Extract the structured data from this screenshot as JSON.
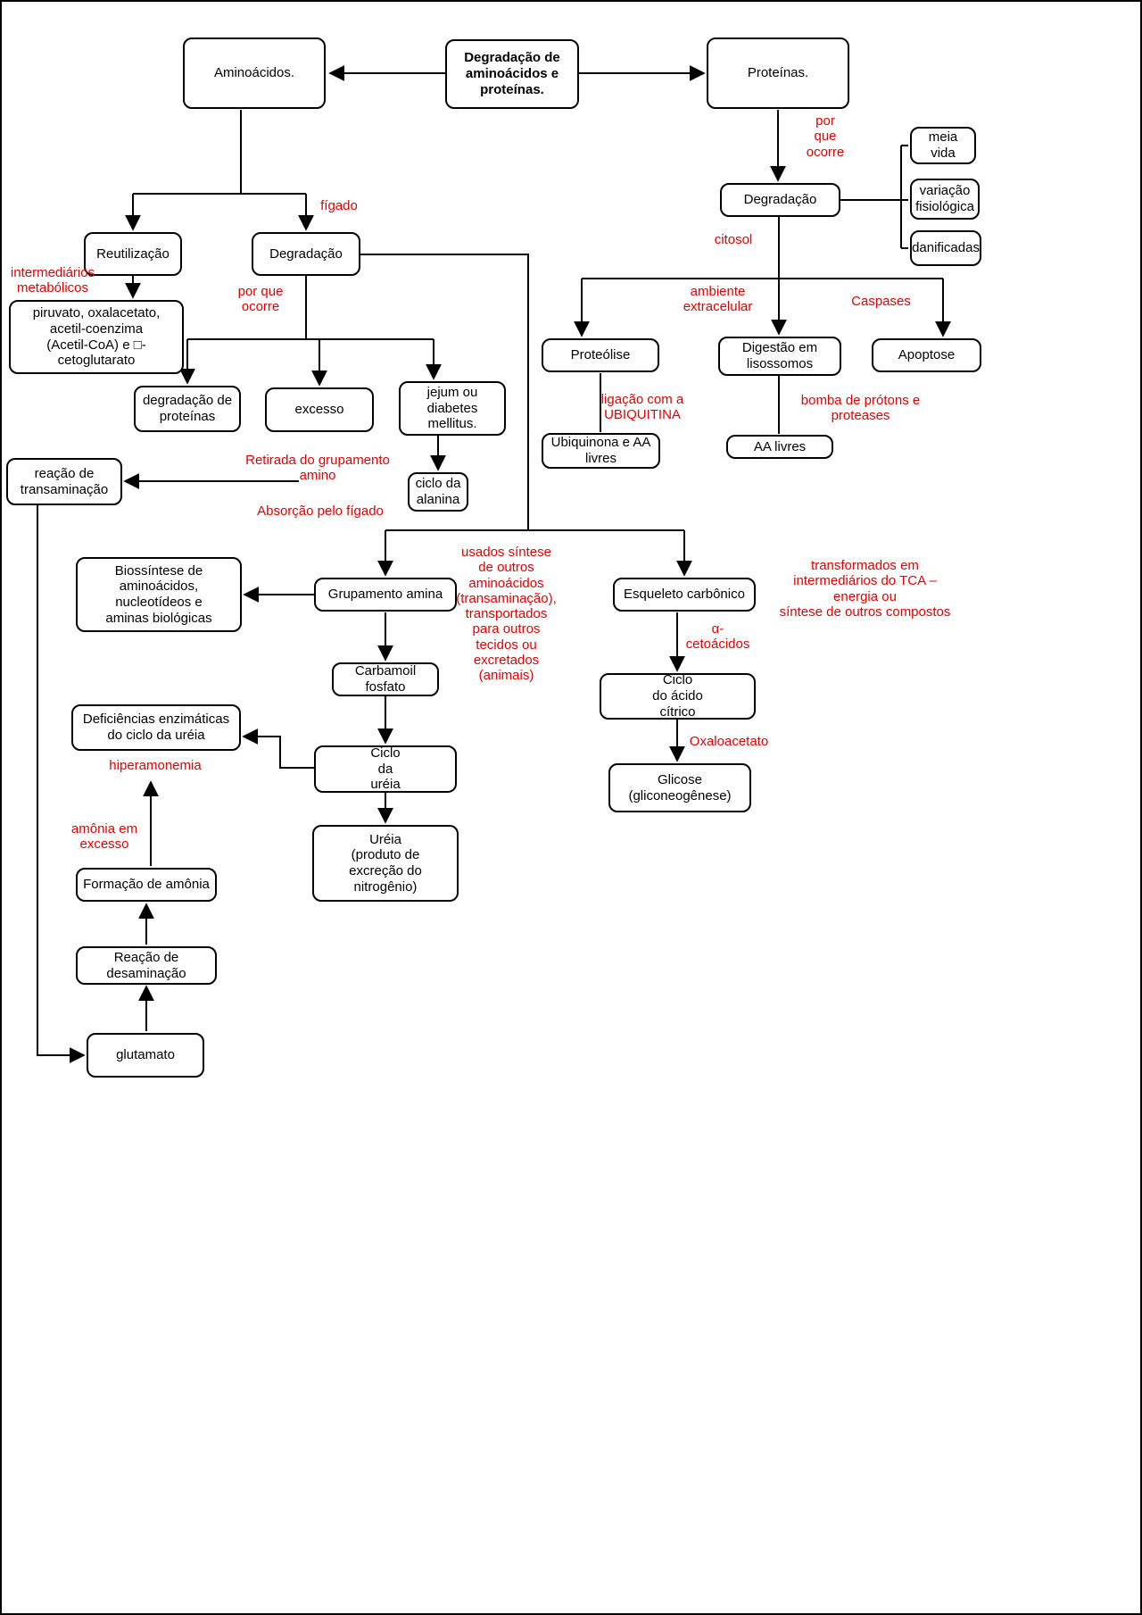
{
  "colors": {
    "red": "#e60000",
    "ink": "#000000"
  },
  "nodes": {
    "title": "Degradação de\naminoácidos e\nproteínas.",
    "aminoacidos": "Aminoácidos.",
    "proteinas": "Proteínas.",
    "reutilizacao": "Reutilização",
    "degradacao_l": "Degradação",
    "piruvato": "piruvato, oxalacetato,\nacetil-coenzima\n(Acetil-CoA) e □-\ncetoglutarato",
    "deg_proteinas": "degradação de\nproteínas",
    "excesso": "excesso",
    "jejum": "jejum ou\ndiabetes\nmellitus.",
    "ciclo_alanina": "ciclo da\nalanina",
    "reacao_transaminacao": "reação de\ntransaminação",
    "degradacao_r": "Degradação",
    "meia_vida": "meia\nvida",
    "variacao": "variação\nfisiológica",
    "danificadas": "danificadas",
    "proteolise": "Proteólise",
    "digestao": "Digestão em\nlisossomos",
    "apoptose": "Apoptose",
    "ubiquinona": "Ubiquinona e AA\nlivres",
    "aa_livres": "AA livres",
    "biossintese": "Biossíntese de\naminoácidos,\nnucleotídeos e\naminas biológicas",
    "grupamento": "Grupamento amina",
    "esqueleto": "Esqueleto carbônico",
    "carbamoil": "Carbamoil\nfosfato",
    "ciclo_ureia": "Ciclo\nda\nuréia",
    "ureia": "Uréia\n(produto de\nexcreção do\nnitrogênio)",
    "deficiencias": "Deficiências enzimáticas\ndo ciclo da uréia",
    "ciclo_citrico": "Ciclo\ndo ácido\ncítrico",
    "glicose": "Glicose\n(gliconeogênese)",
    "formacao_amonia": "Formação de amônia",
    "reacao_desaminacao": "Reação de\ndesaminação",
    "glutamato": "glutamato"
  },
  "labels": {
    "figado": "fígado",
    "intermediarios": "intermediários\nmetabólicos",
    "por_que_ocorre_l": "por que\nocorre",
    "retirada": "Retirada do grupamento\namino",
    "absorcao": "Absorção pelo fígado",
    "por_que_ocorre_r": "por\nque\nocorre",
    "citosol": "citosol",
    "ambiente": "ambiente\nextracelular",
    "caspases": "Caspases",
    "ligacao": "ligação com a\nUBIQUITINA",
    "bomba": "bomba de prótons e\nproteases",
    "usados": "usados síntese\nde outros\naminoácidos\n(transaminação),\ntransportados\npara outros\ntecidos ou\nexcretados\n(animais)",
    "transformados": "transformados em\nintermediários do TCA –\nenergia ou\nsíntese de outros compostos",
    "cetoacidos": "α-\ncetoácidos",
    "oxaloacetato": "Oxaloacetato",
    "hiperamonemia": "hiperamonemia",
    "amonia": "amônia em\nexcesso"
  }
}
